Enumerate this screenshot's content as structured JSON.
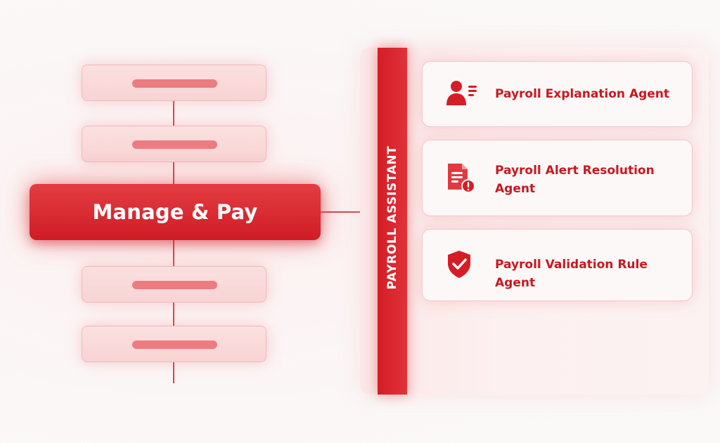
{
  "diagram": {
    "main_node": {
      "label": "Manage & Pay"
    },
    "step_count_above": 2,
    "step_count_below": 2,
    "assistant": {
      "label": "PAYROLL ASSISTANT"
    },
    "agents": [
      {
        "label": "Payroll Explanation Agent",
        "icon": "person-list-icon"
      },
      {
        "label": "Payroll Alert Resolution Agent",
        "icon": "document-alert-icon"
      },
      {
        "label": "Payroll Validation Rule Agent",
        "icon": "shield-check-icon"
      }
    ],
    "colors": {
      "primary": "#d51d25",
      "accent_light": "#f8d3d4",
      "placeholder_bar": "#ec7c80",
      "text_red": "#c8181f"
    }
  }
}
